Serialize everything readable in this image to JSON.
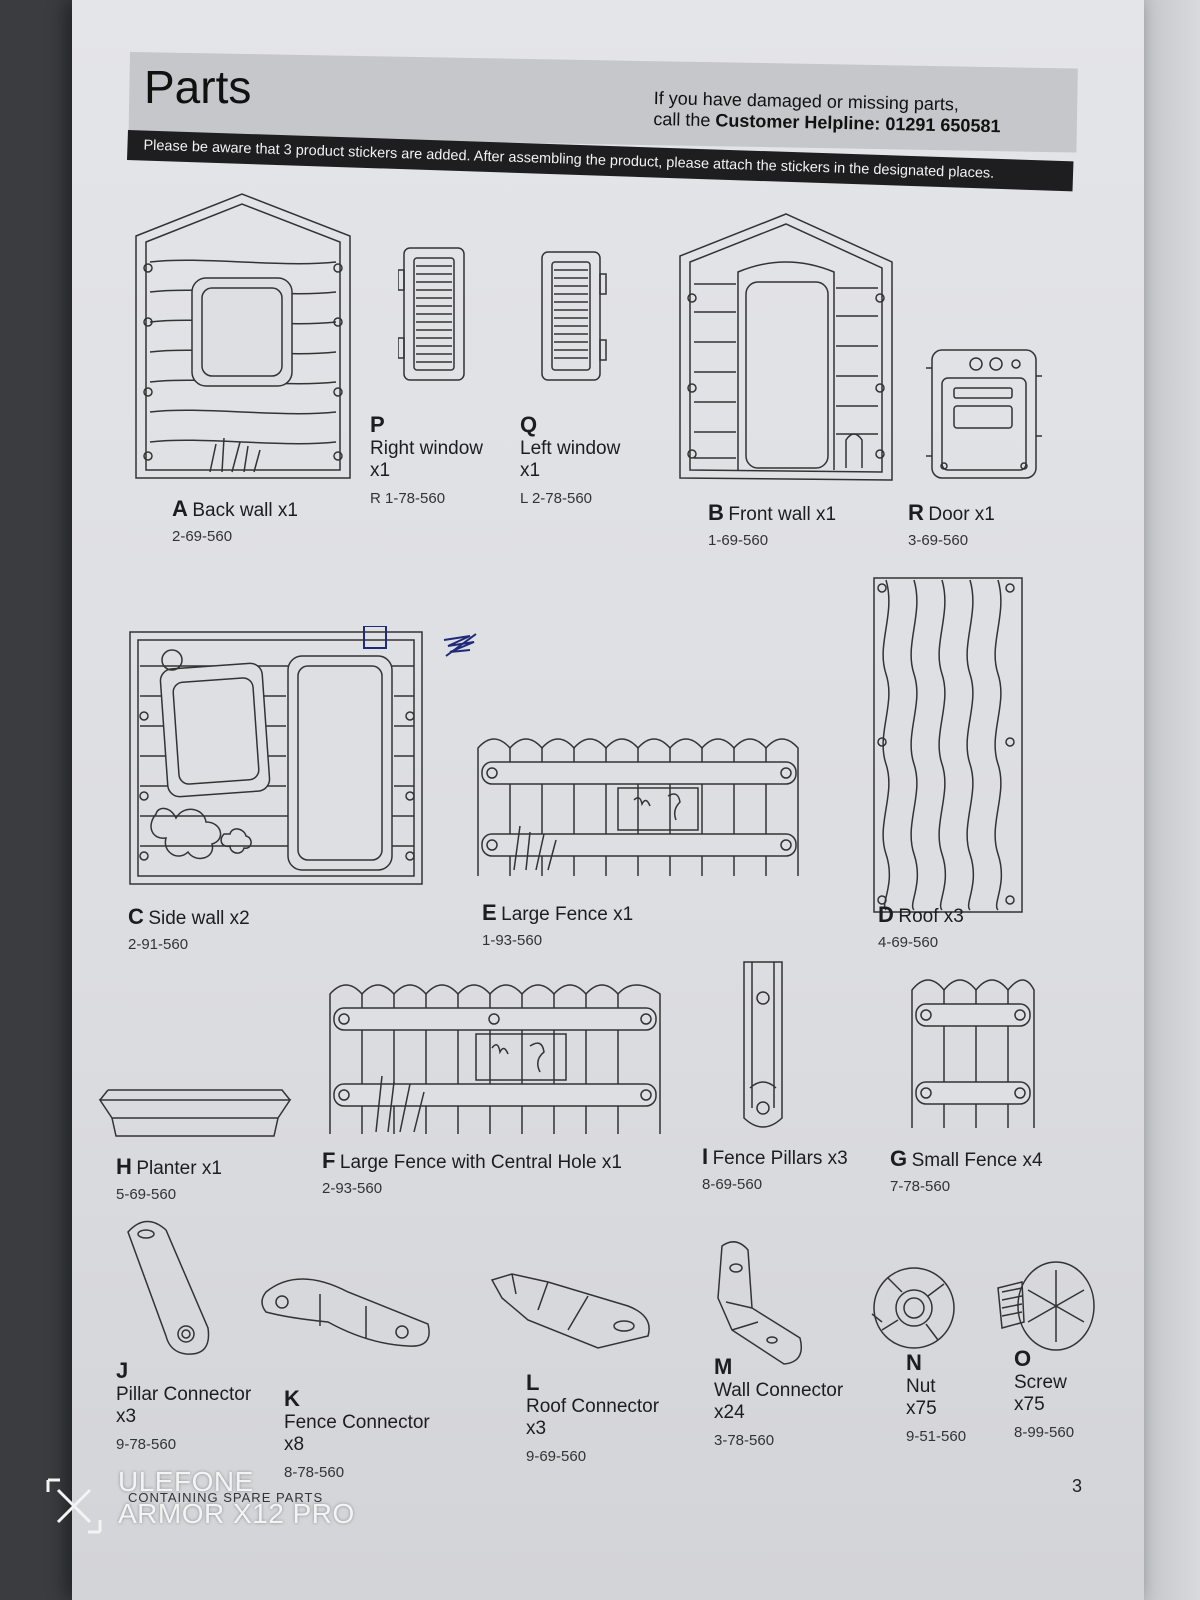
{
  "header": {
    "title": "Parts",
    "helpline_line1": "If you have damaged or missing parts,",
    "helpline_line2_prefix": "call the ",
    "helpline_line2_bold": "Customer Helpline: 01291 650581",
    "notice": "Please be aware that 3 product stickers are added.  After assembling the product, please attach the stickers in the designated places."
  },
  "parts": {
    "A": {
      "letter": "A",
      "name": "Back wall  x1",
      "code": "2-69-560"
    },
    "P": {
      "letter": "P",
      "name_line1": "Right window",
      "qty": "x1",
      "code": "R 1-78-560"
    },
    "Q": {
      "letter": "Q",
      "name_line1": "Left window",
      "qty": "x1",
      "code": "L 2-78-560"
    },
    "B": {
      "letter": "B",
      "name": "Front wall  x1",
      "code": "1-69-560"
    },
    "R": {
      "letter": "R",
      "name": "Door  x1",
      "code": "3-69-560"
    },
    "C": {
      "letter": "C",
      "name": "Side wall  x2",
      "code": "2-91-560"
    },
    "E": {
      "letter": "E",
      "name": "Large Fence  x1",
      "code": "1-93-560"
    },
    "D": {
      "letter": "D",
      "name": "Roof  x3",
      "code": "4-69-560"
    },
    "H": {
      "letter": "H",
      "name": "Planter  x1",
      "code": "5-69-560"
    },
    "F": {
      "letter": "F",
      "name": "Large Fence with Central Hole  x1",
      "code": "2-93-560"
    },
    "I": {
      "letter": "I",
      "name": "Fence Pillars  x3",
      "code": "8-69-560"
    },
    "G": {
      "letter": "G",
      "name": "Small Fence  x4",
      "code": "7-78-560"
    },
    "J": {
      "letter": "J",
      "name_line1": "Pillar Connector",
      "qty": "x3",
      "code": "9-78-560"
    },
    "K": {
      "letter": "K",
      "name_line1": "Fence Connector",
      "qty": "x8",
      "code": "8-78-560"
    },
    "L": {
      "letter": "L",
      "name_line1": "Roof Connector",
      "qty": "x3",
      "code": "9-69-560"
    },
    "M": {
      "letter": "M",
      "name_line1": "Wall Connector",
      "qty": "x24",
      "code": "3-78-560"
    },
    "N": {
      "letter": "N",
      "name_line1": "Nut",
      "qty": "x75",
      "code": "9-51-560"
    },
    "O": {
      "letter": "O",
      "name_line1": "Screw",
      "qty": "x75",
      "code": "8-99-560"
    }
  },
  "footer": {
    "spare_note": "CONTAINING SPARE PARTS",
    "page_number": "3"
  },
  "watermark": {
    "line1": "ULEFONE",
    "line2": "ARMOR X12 PRO"
  },
  "icons": {
    "watermark": "x-logo-icon",
    "pen_mark": "scribble-mark"
  }
}
